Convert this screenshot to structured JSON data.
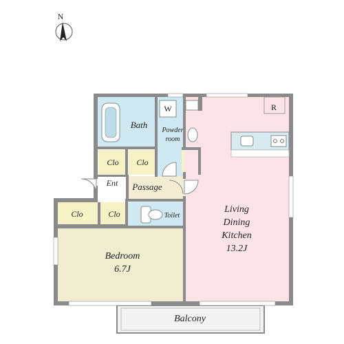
{
  "compass": {
    "letter": "N"
  },
  "rooms": {
    "bath": "Bath",
    "w": "W",
    "powder_line1": "Powder",
    "powder_line2": "room",
    "clo_a": "Clo",
    "clo_b": "Clo",
    "ent": "Ent",
    "passage": "Passage",
    "clo_c": "Clo",
    "clo_d": "Clo",
    "toilet": "Toilet",
    "r": "R",
    "ldk_line1": "Living",
    "ldk_line2": "Dining",
    "ldk_line3": "Kitchen",
    "ldk_size": "13.2J",
    "bedroom": "Bedroom",
    "bedroom_size": "6.7J",
    "balcony": "Balcony"
  },
  "colors": {
    "wet_area": "#cfe8f2",
    "closet": "#f5f2c6",
    "passage": "#f2ecd2",
    "ldk": "#fbe3e8",
    "bedroom": "#efeccf",
    "wall": "#8a8a8a",
    "balcony": "#f3f3f3"
  }
}
